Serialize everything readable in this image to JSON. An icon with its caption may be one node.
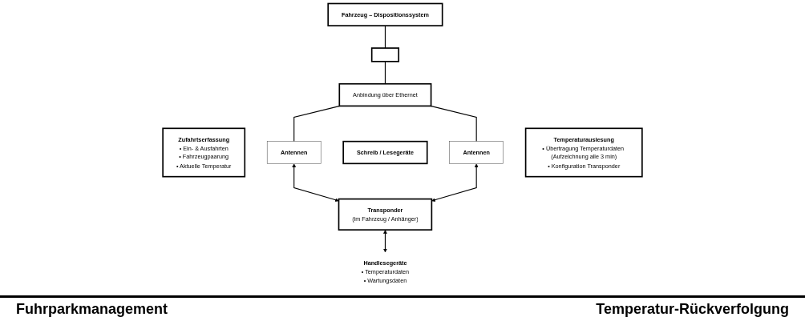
{
  "diagram": {
    "nodes": [
      {
        "text": [
          "Fahrzeug – Dispositionssystem"
        ]
      },
      {
        "text": [],
        "shape": "box"
      },
      {
        "text": [
          "Anbindung über Ethernet"
        ]
      },
      {
        "text": [
          "Zufahrtserfassung",
          "• Ein- & Ausfahrten",
          "• Fahrzeugpaarung",
          "• Aktuelle Temperatur"
        ]
      },
      {
        "text": [
          "Antennen"
        ]
      },
      {
        "text": [
          "Schreib / Lesegeräte"
        ]
      },
      {
        "text": [
          "Antennen"
        ]
      },
      {
        "text": [
          "Temperaturauslesung",
          "• Übertragung Temperaturdaten (Aufzeichnung alle 3 min)",
          "• Konfiguration Transponder"
        ]
      },
      {
        "text": [
          "Transponder",
          "(im Fahrzeug / Anhänger)"
        ]
      },
      {
        "text": [
          "Handlesegeräte",
          "• Temperaturdaten",
          "• Wartungsdaten"
        ]
      }
    ],
    "edges": [
      {
        "from": 0,
        "to": 1,
        "arrow": "none"
      },
      {
        "from": 1,
        "to": 2,
        "arrow": "none"
      },
      {
        "from": 2,
        "to": 4,
        "arrow": "none"
      },
      {
        "from": 2,
        "to": 6,
        "arrow": "none"
      },
      {
        "from": 4,
        "to": 8,
        "arrow": "both"
      },
      {
        "from": 6,
        "to": 8,
        "arrow": "both"
      },
      {
        "from": 8,
        "to": 9,
        "arrow": "both"
      }
    ],
    "labels": [
      "Fuhrparkmanagement",
      "Temperatur-Rückverfolgung"
    ]
  }
}
